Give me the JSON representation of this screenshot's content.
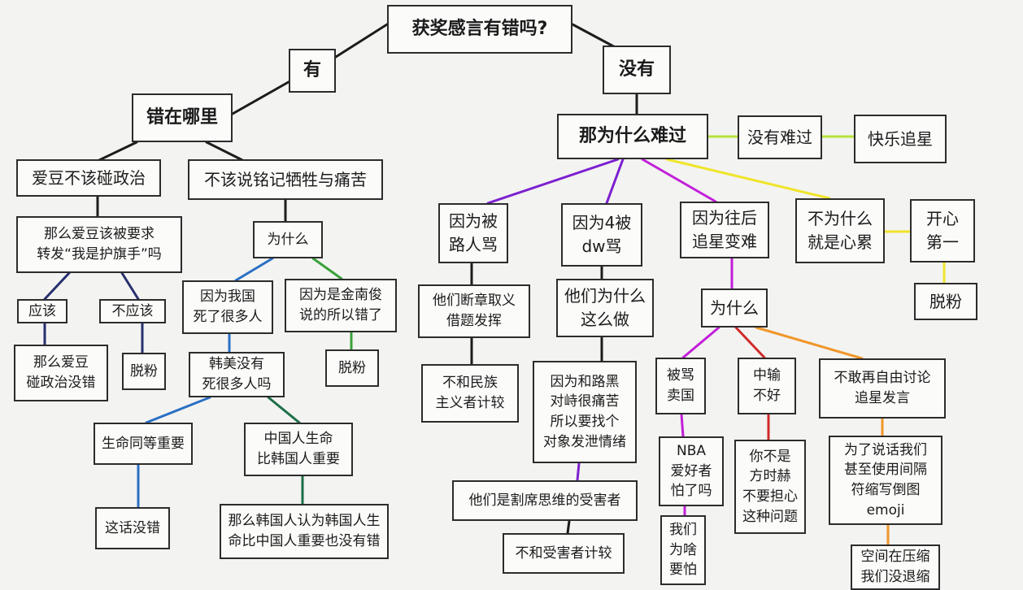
{
  "nodes": {
    "root": "获奖感言有错吗?",
    "yes": "有",
    "no": "没有",
    "where_wrong": "错在哪里",
    "idol_politics": "爱豆不该碰政治",
    "should_not_mention": "不该说铭记牺牲与痛苦",
    "should_repost": "那么爱豆该被要求\n转发“我是护旗手”吗",
    "should": "应该",
    "should_not": "不应该",
    "idol_touch_politics_ok": "那么爱豆\n碰政治没错",
    "unfan_1": "脱粉",
    "why_1": "为什么",
    "many_died": "因为我国\n死了很多人",
    "kim_nam_jun": "因为是金南俊\n说的所以错了",
    "unfan_2": "脱粉",
    "korea_not_many": "韩美没有\n死很多人吗",
    "life_equal": "生命同等重要",
    "chinese_life": "中国人生命\n比韩国人重要",
    "right_words": "这话没错",
    "korean_view": "那么韩国人认为韩国人生\n命比中国人重要也没有错",
    "why_sad": "那为什么难过",
    "not_sad": "没有难过",
    "happy": "快乐追星",
    "cursed_passerby": "因为被\n路人骂",
    "cursed_4": "因为4被\ndw骂",
    "future_hard": "因为往后\n追星变难",
    "tired": "不为什么\n就是心累",
    "happy_first": "开心\n第一",
    "unfan_3": "脱粉",
    "out_of_context": "他们断章取义\n借题发挥",
    "why_they_do": "他们为什么\n这么做",
    "nationalist": "不和民族\n主义者计较",
    "pain_vent": "因为和路黑\n对峙很痛苦\n所以要找个\n对象发泄情绪",
    "victims": "他们是割席思维的受害者",
    "victims_2": "不和受害者计较",
    "why_2": "为什么",
    "called_traitor": "被骂\n卖国",
    "lost_china": "中输\n不好",
    "no_free": "不敢再自由讨论\n追星发言",
    "nba": "NBA\n爱好者\n怕了吗",
    "we_fear": "我们\n为啥\n要怕",
    "no_worry": "你不是\n方时赫\n不要担心\n这种问题",
    "emoji": "为了说话我们\n甚至使用间隔\n符缩写倒图\nemoji",
    "space_compress": "空间在压缩\n我们没退缩"
  },
  "colors": {
    "dark": "#1c1c1c",
    "blue": "#2a6fc4",
    "green": "#3aa13a",
    "darkgreen": "#1e6e47",
    "navy": "#27306e",
    "purple": "#7c1fd0",
    "magenta": "#c21ed9",
    "lime": "#b6e33d",
    "yellow": "#efe52b",
    "red": "#d12a2a",
    "orange": "#f0962a"
  }
}
